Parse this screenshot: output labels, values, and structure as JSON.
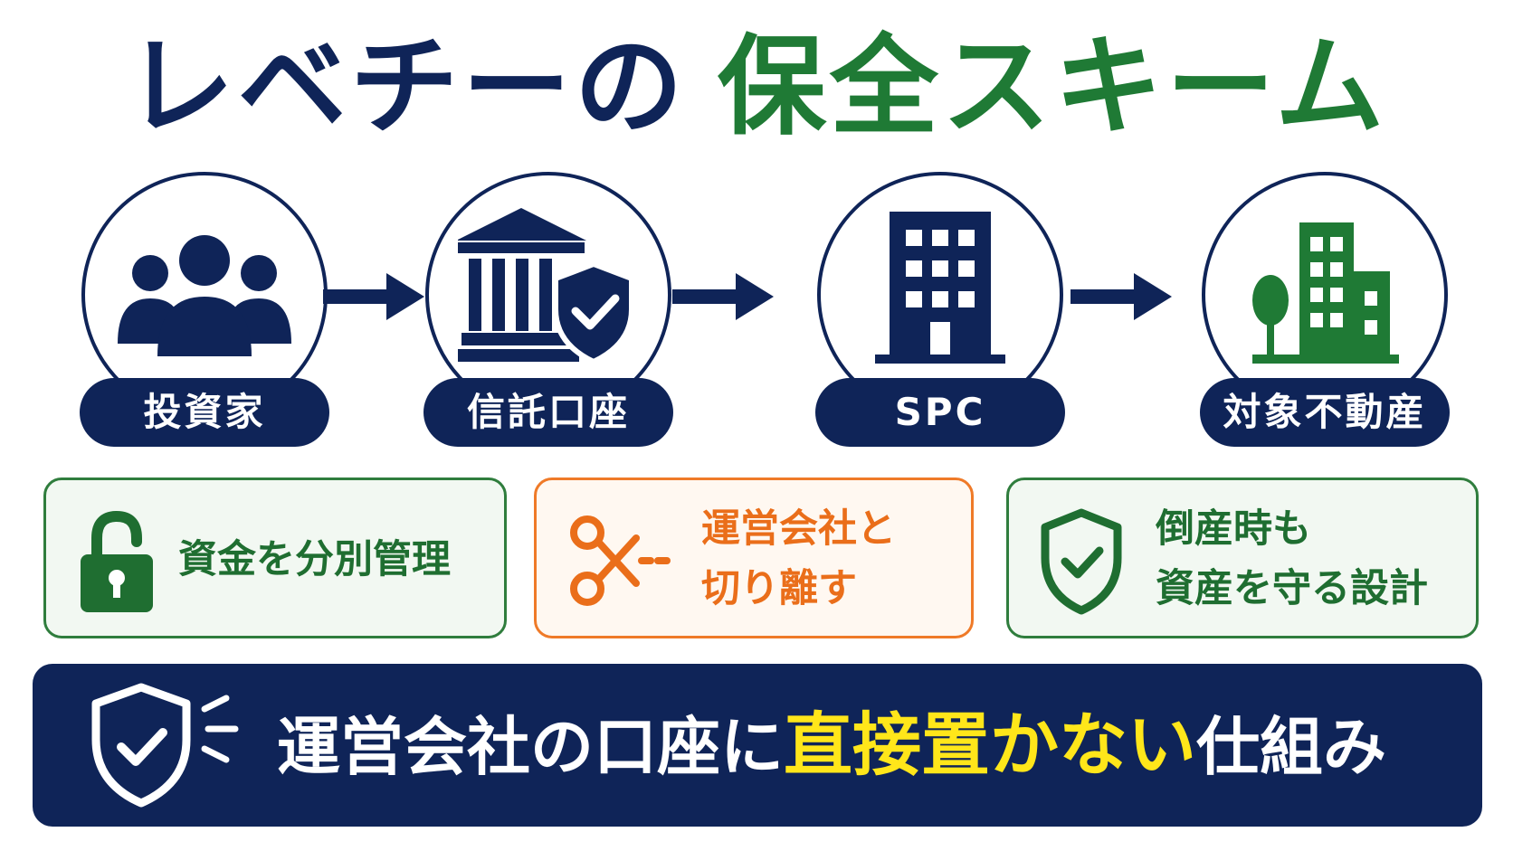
{
  "title": {
    "part1": "レベチーの",
    "part2": "保全スキーム"
  },
  "flow": {
    "steps": [
      {
        "label": "投資家",
        "icon": "people-group-icon"
      },
      {
        "label": "信託口座",
        "icon": "bank-shield-icon"
      },
      {
        "label": "SPC",
        "icon": "office-building-icon"
      },
      {
        "label": "対象不動産",
        "icon": "property-buildings-icon"
      }
    ],
    "arrow_icon": "arrow-right-icon"
  },
  "features": [
    {
      "line1": "資金を分別管理",
      "icon": "padlock-icon",
      "color": "#2f7d3d"
    },
    {
      "line1": "運営会社と",
      "line2": "切り離す",
      "icon": "scissors-icon",
      "color": "#ef7a28"
    },
    {
      "line1": "倒産時も",
      "line2": "資産を守る設計",
      "icon": "shield-check-icon",
      "color": "#2f7d3d"
    }
  ],
  "banner": {
    "text_before": "運営会社の口座に",
    "highlight": "直接置かない",
    "text_after": "仕組み",
    "icon": "shield-check-icon"
  },
  "colors": {
    "navy": "#0f2458",
    "green": "#1f7a35",
    "orange": "#ef7a28",
    "highlight": "#ffe61a"
  }
}
